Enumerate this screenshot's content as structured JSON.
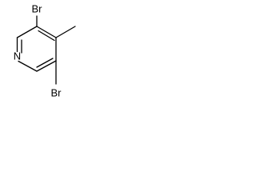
{
  "molecule": {
    "atoms": {
      "br_top": "Br",
      "br_right": "Br",
      "nitrogen": "N"
    }
  }
}
